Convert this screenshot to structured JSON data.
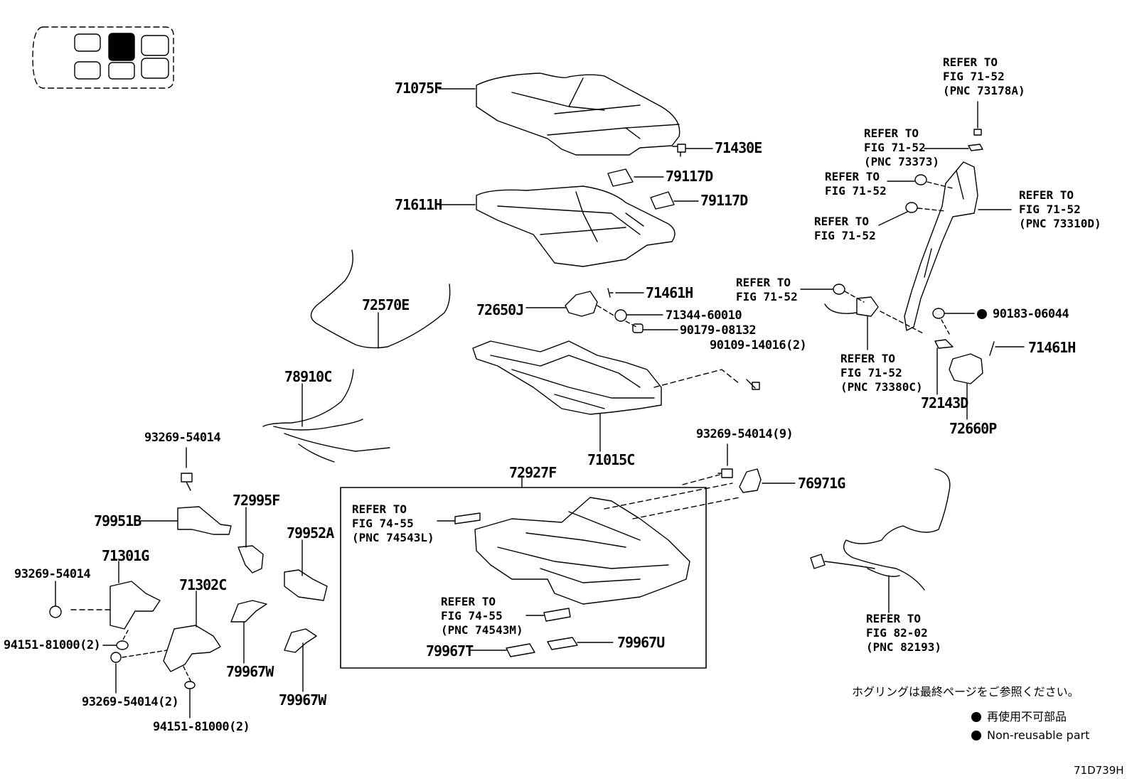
{
  "diagram_id": "71D739H",
  "parts": {
    "p71075F": "71075F",
    "p71430E": "71430E",
    "p79117D_a": "79117D",
    "p79117D_b": "79117D",
    "p71611H": "71611H",
    "p72570E": "72570E",
    "p72650J": "72650J",
    "p71461H_a": "71461H",
    "p71344": "71344-60010",
    "p90179": "90179-08132",
    "p90109": "90109-14016(2)",
    "p78910C": "78910C",
    "p71015C": "71015C",
    "p93269_top": "93269-54014",
    "p93269_9": "93269-54014(9)",
    "p72927F": "72927F",
    "p76971G": "76971G",
    "p79951B": "79951B",
    "p72995F": "72995F",
    "p79952A": "79952A",
    "p71301G": "71301G",
    "p93269_left": "93269-54014",
    "p71302C": "71302C",
    "p94151_a": "94151-81000(2)",
    "p93269_2": "93269-54014(2)",
    "p94151_b": "94151-81000(2)",
    "p79967W_a": "79967W",
    "p79967W_b": "79967W",
    "p79967T": "79967T",
    "p79967U": "79967U",
    "p90183": "90183-06044",
    "p71461H_b": "71461H",
    "p72143D": "72143D",
    "p72660P": "72660P"
  },
  "refs": {
    "r73178A": "REFER TO\nFIG 71-52\n(PNC 73178A)",
    "r73373": "REFER TO\nFIG 71-52\n(PNC 73373)",
    "r7152_a": "REFER TO\nFIG 71-52",
    "r73310D": "REFER TO\nFIG 71-52\n(PNC 73310D)",
    "r7152_b": "REFER TO\nFIG 71-52",
    "r7152_c": "REFER TO\nFIG 71-52",
    "r73380C": "REFER TO\nFIG 71-52\n(PNC 73380C)",
    "r74543L": "REFER TO\nFIG 74-55\n(PNC 74543L)",
    "r74543M": "REFER TO\nFIG 74-55\n(PNC 74543M)",
    "r82193": "REFER TO\nFIG 82-02\n(PNC 82193)"
  },
  "notes": {
    "jp_notice": "ホグリングは最終ページをご参照ください。",
    "legend_jp": "再使用不可部品",
    "legend_en": "Non-reusable part"
  }
}
